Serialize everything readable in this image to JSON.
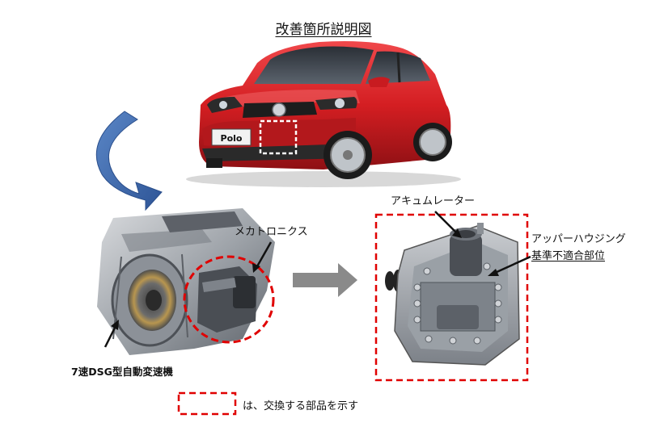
{
  "title": "改善箇所説明図",
  "labels": {
    "mechatronics": "メカトロニクス",
    "accumulator": "アキュムレーター",
    "upper_housing": "アッパーハウジング",
    "nonconforming_part": "基準不適合部位",
    "transmission": "7速DSG型自動変速機",
    "legend": "は、交換する部品を示す",
    "car_plate": "Polo"
  },
  "colors": {
    "highlight_dash": "#e00000",
    "car_body": "#d41e22",
    "curved_arrow": "#3f6db0",
    "right_arrow": "#8a8a8a"
  }
}
